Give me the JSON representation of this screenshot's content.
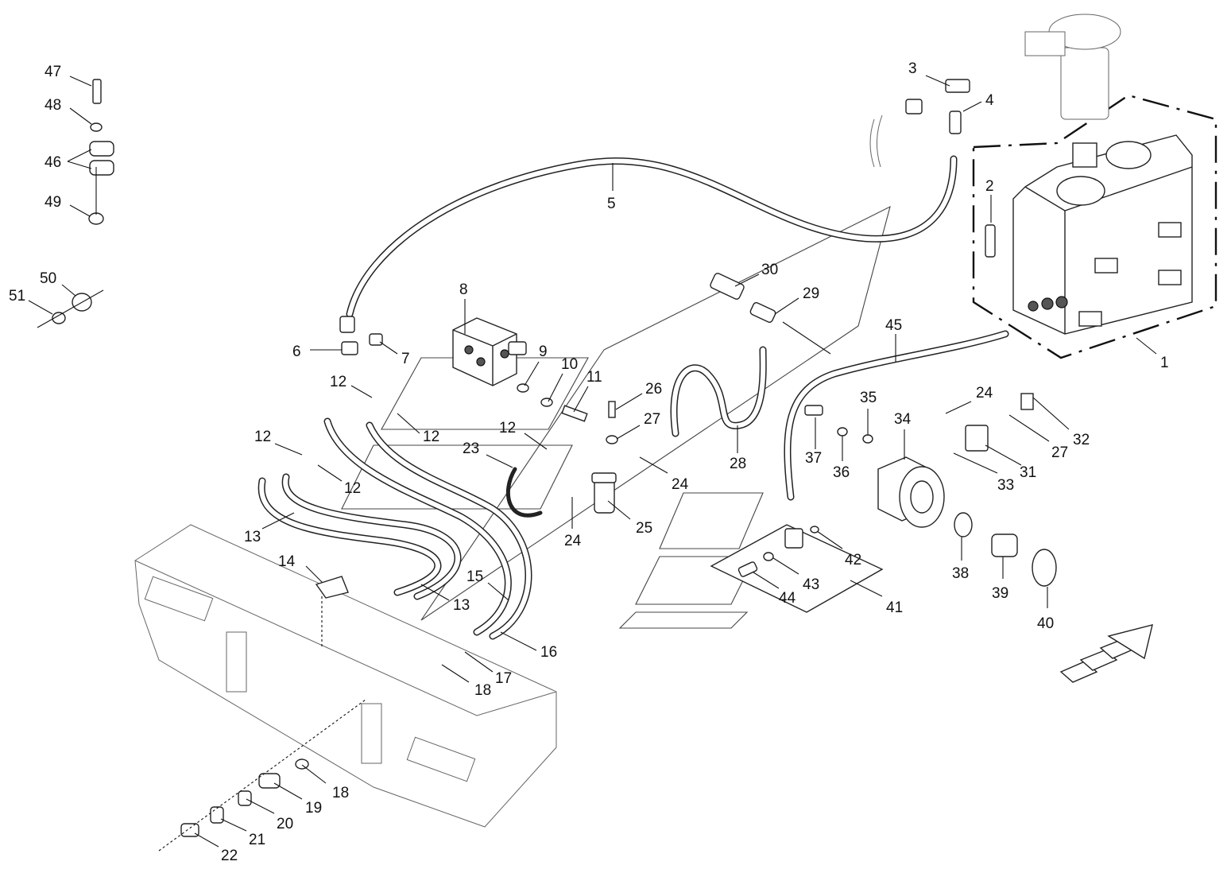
{
  "diagram": {
    "part_numbers": [
      "1",
      "2",
      "3",
      "4",
      "5",
      "6",
      "7",
      "8",
      "9",
      "10",
      "11",
      "12",
      "13",
      "14",
      "15",
      "16",
      "17",
      "18",
      "19",
      "20",
      "21",
      "22",
      "23",
      "24",
      "25",
      "26",
      "27",
      "28",
      "29",
      "30",
      "31",
      "32",
      "33",
      "34",
      "35",
      "36",
      "37",
      "38",
      "39",
      "40",
      "41",
      "42",
      "43",
      "44",
      "45",
      "46",
      "47",
      "48",
      "49",
      "50",
      "51"
    ],
    "callouts": [
      {
        "label": "1",
        "part": "hydraulic-tank"
      },
      {
        "label": "2",
        "part": "sight-glass"
      },
      {
        "label": "3",
        "part": "tee-fitting"
      },
      {
        "label": "4",
        "part": "straight-fitting"
      },
      {
        "label": "5",
        "part": "long-hose"
      },
      {
        "label": "6",
        "part": "elbow-fitting"
      },
      {
        "label": "7",
        "part": "adapter-fitting"
      },
      {
        "label": "8",
        "part": "control-valve-block"
      },
      {
        "label": "9",
        "part": "washer"
      },
      {
        "label": "10",
        "part": "lock-washer"
      },
      {
        "label": "11",
        "part": "bolt"
      },
      {
        "label": "12",
        "part": "adapter-fitting"
      },
      {
        "label": "13",
        "part": "hose"
      },
      {
        "label": "14",
        "part": "bracket"
      },
      {
        "label": "15",
        "part": "hose"
      },
      {
        "label": "16",
        "part": "hose"
      },
      {
        "label": "17",
        "part": "nut"
      },
      {
        "label": "18",
        "part": "washer"
      },
      {
        "label": "19",
        "part": "quick-coupler"
      },
      {
        "label": "20",
        "part": "dust-cap"
      },
      {
        "label": "21",
        "part": "clip"
      },
      {
        "label": "22",
        "part": "coupler-male"
      },
      {
        "label": "23",
        "part": "pipe"
      },
      {
        "label": "24",
        "part": "adapter-fitting"
      },
      {
        "label": "25",
        "part": "filter"
      },
      {
        "label": "26",
        "part": "screw"
      },
      {
        "label": "27",
        "part": "washer"
      },
      {
        "label": "28",
        "part": "hose"
      },
      {
        "label": "29",
        "part": "tee-fitting"
      },
      {
        "label": "30",
        "part": "elbow-fitting"
      },
      {
        "label": "31",
        "part": "flange-block"
      },
      {
        "label": "32",
        "part": "screw"
      },
      {
        "label": "33",
        "part": "o-ring"
      },
      {
        "label": "34",
        "part": "hydraulic-pump"
      },
      {
        "label": "35",
        "part": "washer"
      },
      {
        "label": "36",
        "part": "o-ring"
      },
      {
        "label": "37",
        "part": "screw"
      },
      {
        "label": "38",
        "part": "seal-ring"
      },
      {
        "label": "39",
        "part": "coupling"
      },
      {
        "label": "40",
        "part": "o-ring"
      },
      {
        "label": "41",
        "part": "flange-kit"
      },
      {
        "label": "42",
        "part": "o-ring"
      },
      {
        "label": "43",
        "part": "washer"
      },
      {
        "label": "44",
        "part": "screw"
      },
      {
        "label": "45",
        "part": "suction-hose"
      },
      {
        "label": "46",
        "part": "pipe-clamp"
      },
      {
        "label": "47",
        "part": "screw"
      },
      {
        "label": "48",
        "part": "washer"
      },
      {
        "label": "49",
        "part": "nut"
      },
      {
        "label": "50",
        "part": "nut"
      },
      {
        "label": "51",
        "part": "washer"
      }
    ]
  }
}
